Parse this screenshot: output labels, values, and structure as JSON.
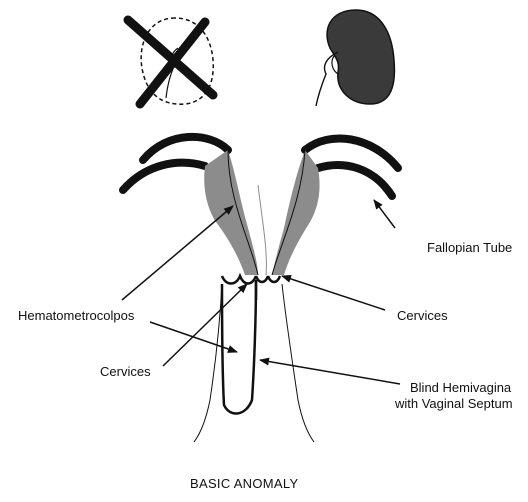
{
  "labels": {
    "fallopian_tube": "Fallopian Tube",
    "cervices_right": "Cervices",
    "hematometrocolpos": "Hematometrocolpos",
    "cervices_left": "Cervices",
    "blind_hemivagina_line1": "Blind Hemivagina",
    "blind_hemivagina_line2": "with Vaginal Septum"
  },
  "caption": "BASIC ANOMALY",
  "colors": {
    "ink": "#111111",
    "gray": "#8c8c8c",
    "kidney": "#3a3a3a"
  },
  "icons": [
    "absent-kidney-icon",
    "kidney-icon"
  ]
}
